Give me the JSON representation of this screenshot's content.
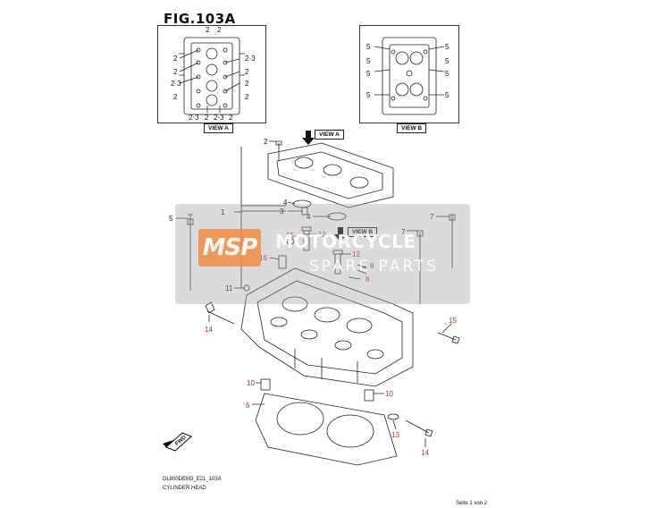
{
  "figure": {
    "title": "FIG.103A",
    "footer_code": "DL800DEM3_E21_103A",
    "footer_name": "CYLINDER HEAD",
    "page_info": "Seite 1 von 2"
  },
  "views": {
    "view_a_label": "VIEW A",
    "view_b_label": "VIEW B"
  },
  "inset_a_callouts": [
    "2",
    "2",
    "2",
    "2·3",
    "2",
    "2",
    "2·3",
    "2",
    "2",
    "2",
    "2·3",
    "2",
    "2·3",
    "2"
  ],
  "inset_b_callouts": [
    "5",
    "5",
    "5",
    "5",
    "5",
    "5",
    "5",
    "5"
  ],
  "main_callouts": [
    {
      "label": "2",
      "color": "#111111"
    },
    {
      "label": "4",
      "color": "#111111"
    },
    {
      "label": "1",
      "color": "#111111"
    },
    {
      "label": "3",
      "color": "#111111"
    },
    {
      "label": "4",
      "color": "#111111"
    },
    {
      "label": "5",
      "color": "#111111"
    },
    {
      "label": "15",
      "color": "#b2322c"
    },
    {
      "label": "12",
      "color": "#b2322c"
    },
    {
      "label": "7",
      "color": "#111111"
    },
    {
      "label": "7",
      "color": "#111111"
    },
    {
      "label": "16",
      "color": "#b2322c"
    },
    {
      "label": "12",
      "color": "#b2322c"
    },
    {
      "label": "9",
      "color": "#b2322c"
    },
    {
      "label": "8",
      "color": "#b2322c"
    },
    {
      "label": "11",
      "color": "#111111"
    },
    {
      "label": "14",
      "color": "#b2322c"
    },
    {
      "label": "15",
      "color": "#b2322c"
    },
    {
      "label": "10",
      "color": "#b2322c"
    },
    {
      "label": "10",
      "color": "#b2322c"
    },
    {
      "label": "6",
      "color": "#b2322c"
    },
    {
      "label": "13",
      "color": "#b2322c"
    },
    {
      "label": "14",
      "color": "#b2322c"
    }
  ],
  "fwd_label": "FWD",
  "watermark": {
    "logo": "MSP",
    "line1": "MOTORCYCLE",
    "line2": "SPARE PARTS"
  }
}
